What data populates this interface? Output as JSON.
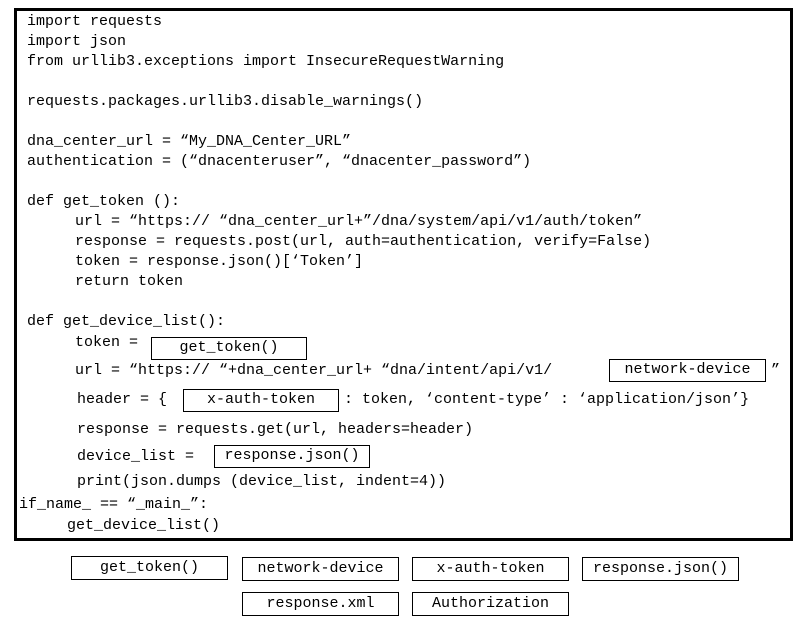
{
  "code": {
    "l1": "import requests",
    "l2": "import json",
    "l3": "from urllib3.exceptions import InsecureRequestWarning",
    "l4": "requests.packages.urllib3.disable_warnings()",
    "l5": "dna_center_url = “My_DNA_Center_URL”",
    "l6": "authentication = (“dnacenteruser”, “dnacenter_password”)",
    "l7": "def get_token ():",
    "l8": "url = “https:// “dna_center_url+”/dna/system/api/v1/auth/token”",
    "l9": "response = requests.post(url, auth=authentication, verify=False)",
    "l10": "token = response.json()[‘Token’]",
    "l11": "return token",
    "l12": "def get_device_list():",
    "l13a": "token =",
    "l14a": "url = “https:// “+dna_center_url+ “dna/intent/api/v1/",
    "l14b": "”",
    "l15a": "header = {",
    "l15b": ": token, ‘content-type’ : ‘application/json’}",
    "l16": "response = requests.get(url, headers=header)",
    "l17a": "device_list =",
    "l18": "print(json.dumps (device_list, indent=4))",
    "l19": "if_name_ == “_main_”:",
    "l20": "get_device_list()"
  },
  "slots": {
    "s1": "get_token()",
    "s2": "network-device",
    "s3": "x-auth-token",
    "s4": "response.json()"
  },
  "options": [
    "get_token()",
    "network-device",
    "x-auth-token",
    "response.json()",
    "response.xml",
    "Authorization"
  ]
}
